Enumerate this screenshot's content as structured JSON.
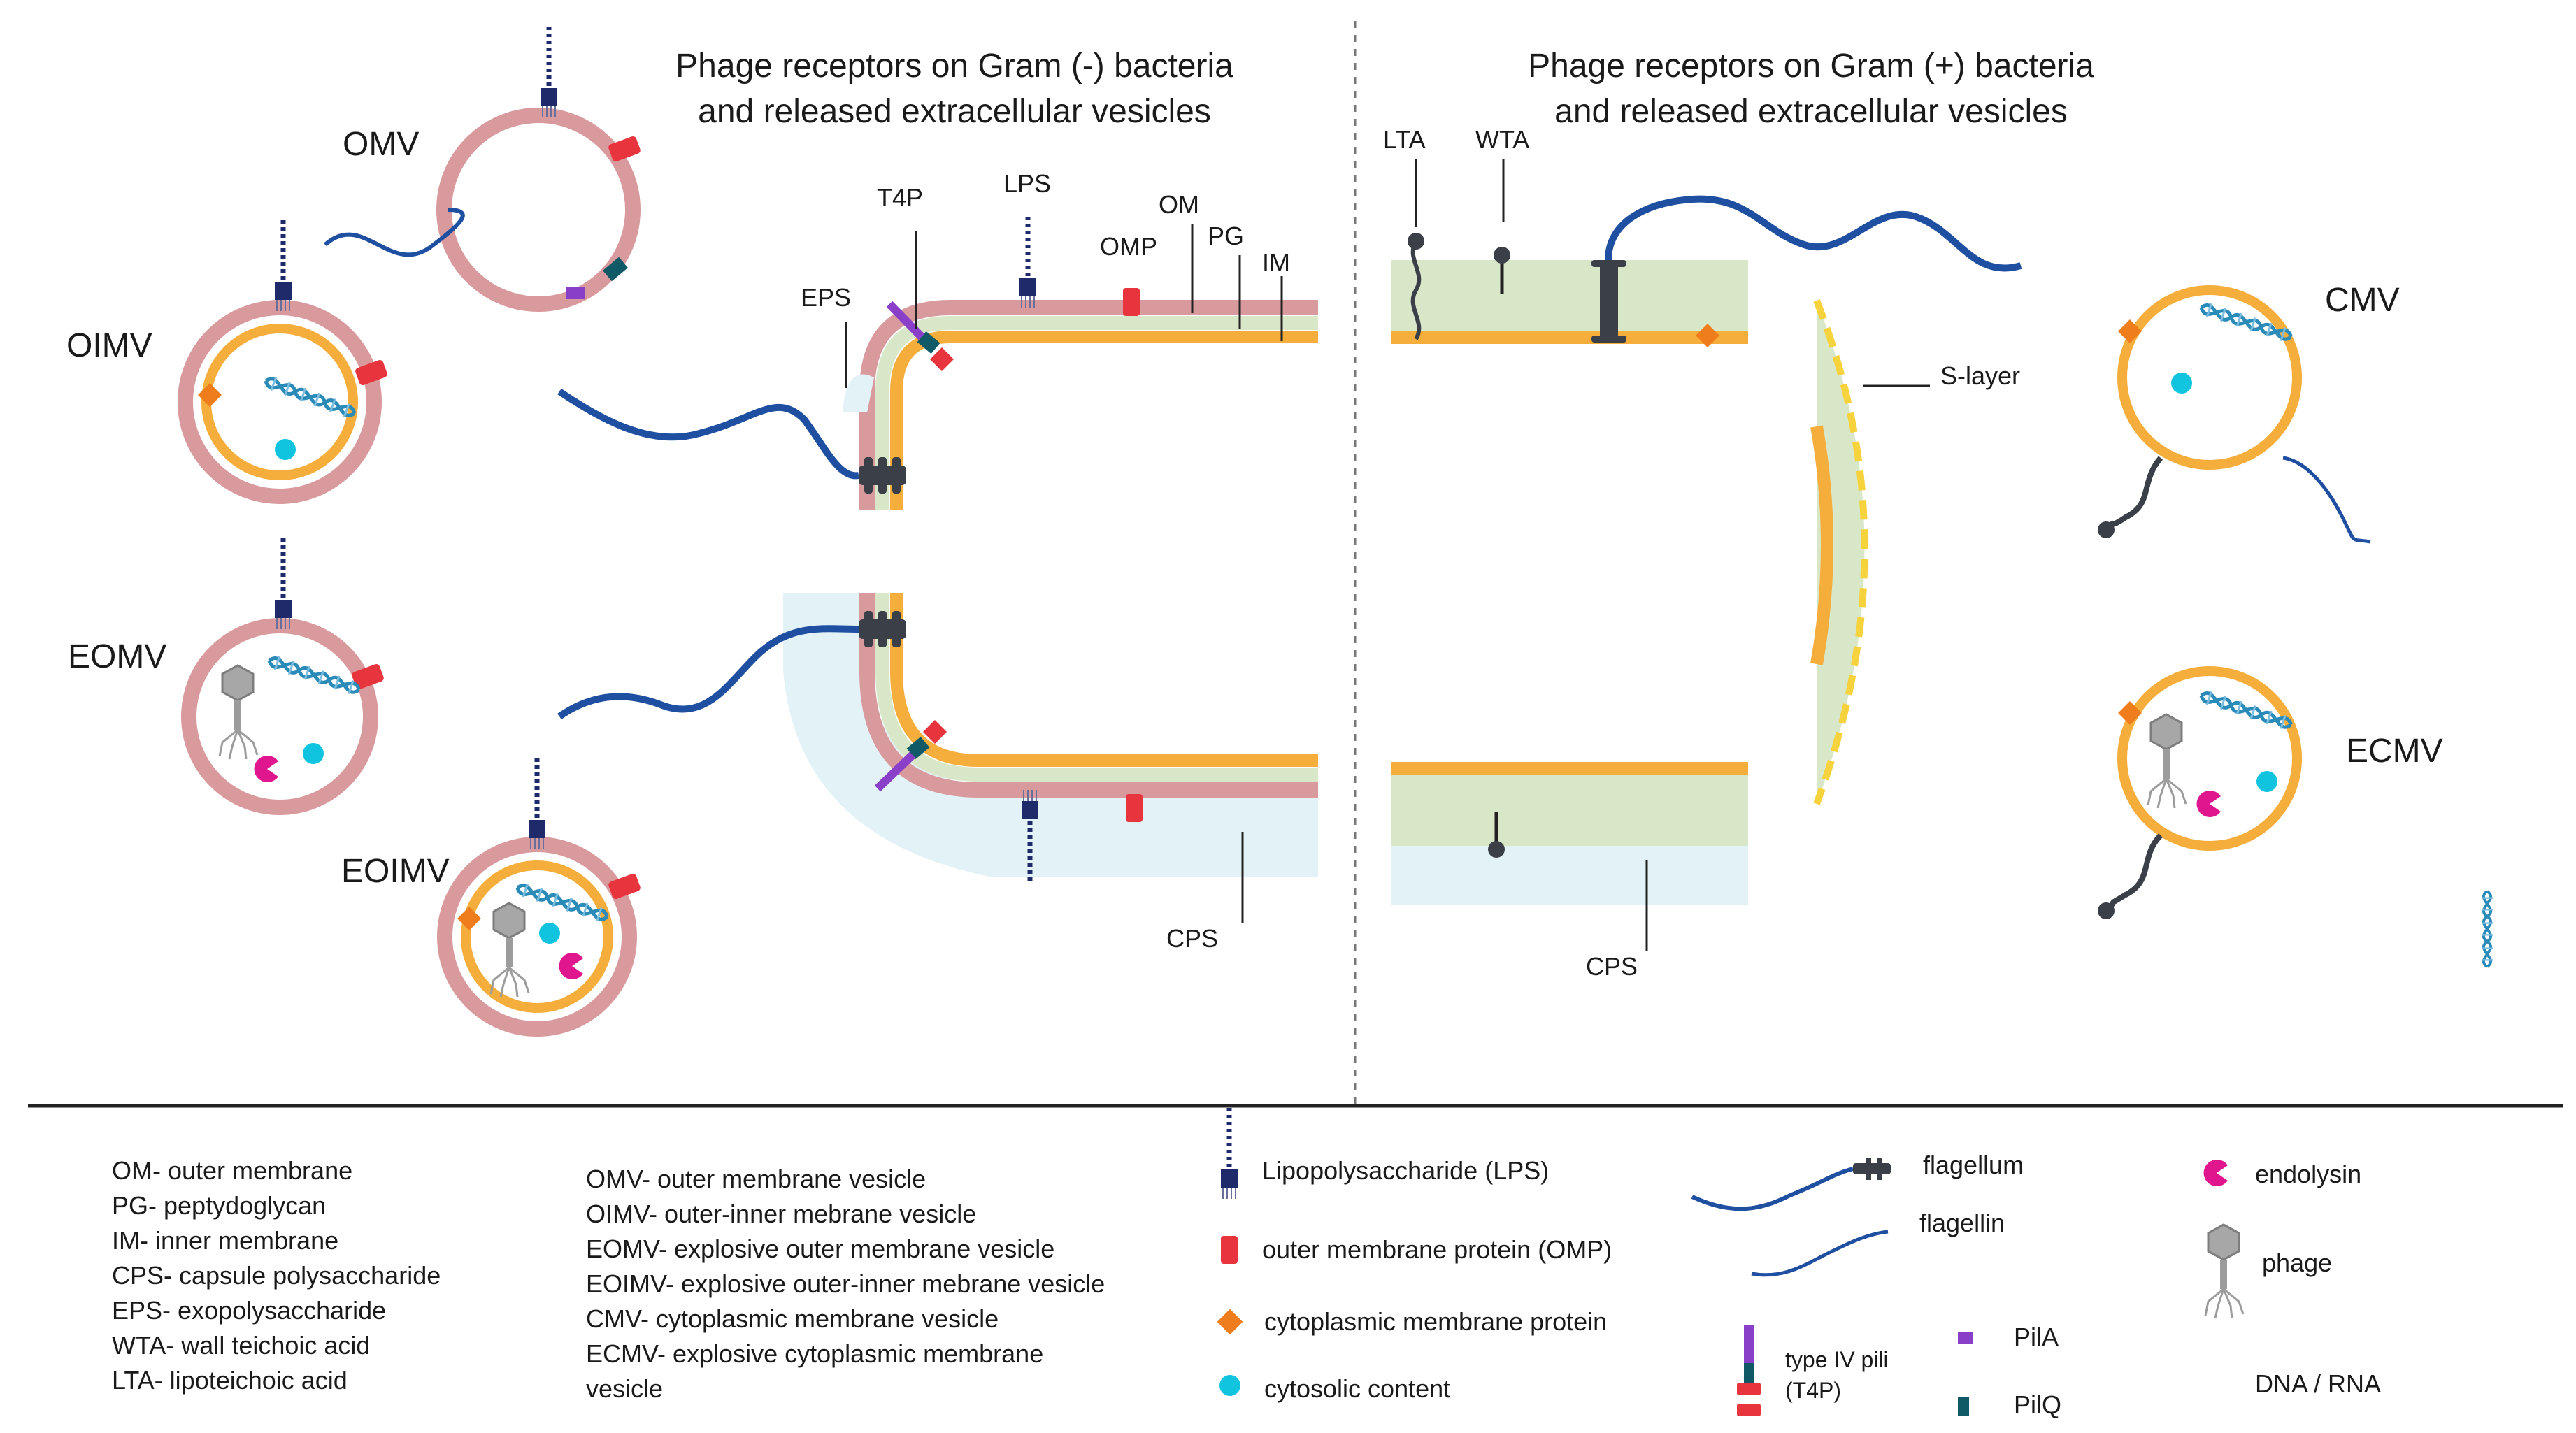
{
  "titles": {
    "gram_negative": [
      "Phage receptors on Gram (-) bacteria",
      "and released extracellular vesicles"
    ],
    "gram_positive": [
      "Phage receptors on Gram (+) bacteria",
      "and released extracellular vesicles"
    ]
  },
  "vesicles": {
    "omv": "OMV",
    "oimv": "OIMV",
    "eomv": "EOMV",
    "eoimv": "EOIMV",
    "cmv": "CMV",
    "ecmv": "ECMV"
  },
  "gram_neg_labels": {
    "eps": "EPS",
    "t4p": "T4P",
    "lps": "LPS",
    "omp": "OMP",
    "om": "OM",
    "pg": "PG",
    "im": "IM",
    "cps": "CPS"
  },
  "gram_pos_labels": {
    "lta": "LTA",
    "wta": "WTA",
    "s_layer": "S-layer",
    "cps": "CPS"
  },
  "legend": {
    "abbrev_col1": [
      "OM- outer membrane",
      "PG- peptydoglycan",
      "IM- inner membrane",
      "CPS- capsule polysaccharide",
      "EPS- exopolysaccharide",
      "WTA- wall teichoic acid",
      "LTA- lipoteichoic acid"
    ],
    "abbrev_col2": [
      "OMV- outer membrane vesicle",
      "OIMV- outer-inner mebrane vesicle",
      "EOMV- explosive outer membrane vesicle",
      "EOIMV- explosive outer-inner mebrane vesicle",
      "CMV- cytoplasmic membrane vesicle",
      "ECMV- explosive cytoplasmic membrane",
      "vesicle"
    ],
    "lps": "Lipopolysaccharide (LPS)",
    "omp": "outer membrane protein (OMP)",
    "cmp": "cytoplasmic membrane protein",
    "cytosolic": "cytosolic content",
    "flagellum": "flagellum",
    "flagellin": "flagellin",
    "t4p_line1": "type IV pili",
    "t4p_line2": "(T4P)",
    "pila": "PilA",
    "pilq": "PilQ",
    "endolysin": "endolysin",
    "phage": "phage",
    "dna": "DNA / RNA"
  },
  "colors": {
    "outer_membrane": "#d99a9e",
    "inner_membrane": "#f5ad3c",
    "peptidoglycan": "#d9e7c9",
    "capsule": "#e3f2f7",
    "lps": "#1f2a6b",
    "omp": "#e8343c",
    "cm_protein": "#f07d1c",
    "cytosolic": "#10c4e0",
    "flagellum": "#1f4fa0",
    "endolysin": "#e0168f",
    "pila": "#8a3fc8",
    "pilq": "#0f5a66",
    "dna": "#2a8ab8",
    "s_layer": "#f6d23c"
  }
}
